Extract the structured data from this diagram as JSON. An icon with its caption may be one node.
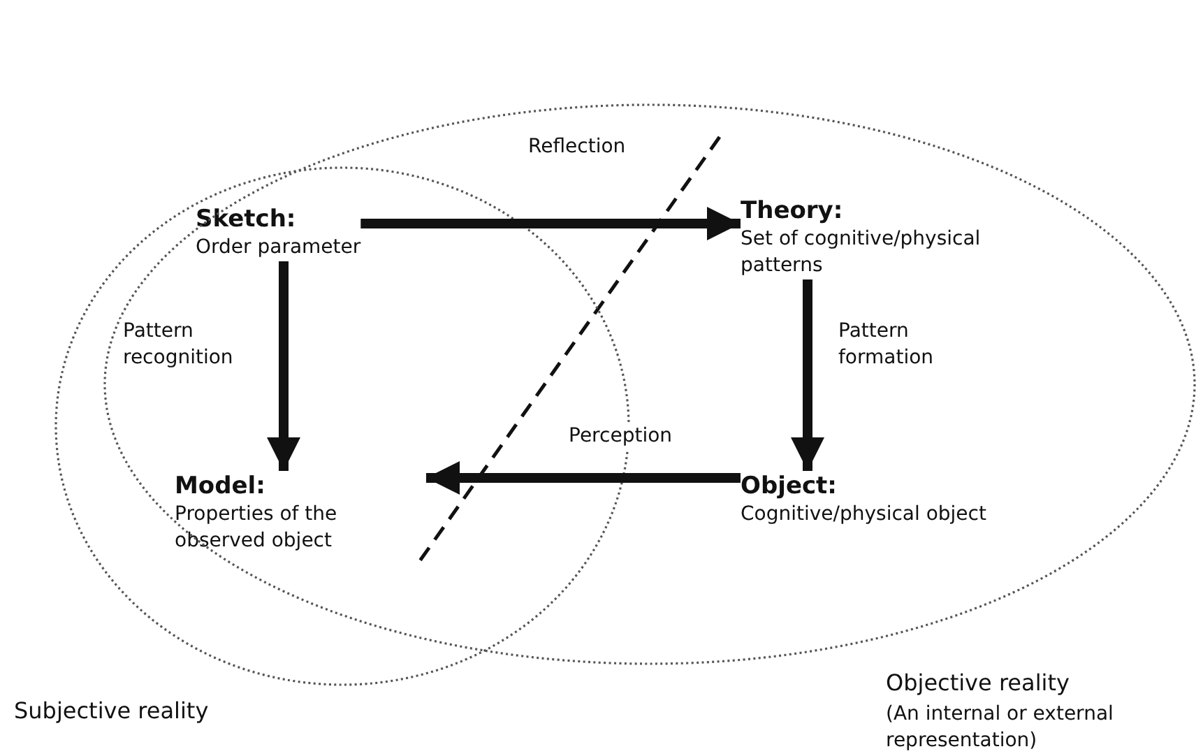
{
  "diagram": {
    "nodes": [
      {
        "text": [
          "Subjective reality"
        ]
      },
      {
        "text": [
          "Objective reality",
          "(An internal or external representation)"
        ]
      },
      {
        "text": [
          "Sketch:",
          "Order parameter"
        ],
        "in": 0
      },
      {
        "text": [
          "Theory:",
          "Set of cognitive/physical patterns"
        ],
        "in": 1
      },
      {
        "text": [
          "Model:",
          "Properties of the observed object"
        ],
        "in": 0
      },
      {
        "text": [
          "Object:",
          "Cognitive/physical object"
        ],
        "in": 1
      }
    ],
    "edges": [
      {
        "from": 2,
        "to": 3,
        "arrow": "to",
        "label": "Reflection"
      },
      {
        "from": 3,
        "to": 5,
        "arrow": "to",
        "label": "Pattern formation"
      },
      {
        "from": 5,
        "to": 4,
        "arrow": "to",
        "label": "Perception"
      },
      {
        "from": 2,
        "to": 4,
        "arrow": "to",
        "label": "Pattern recognition"
      }
    ]
  }
}
